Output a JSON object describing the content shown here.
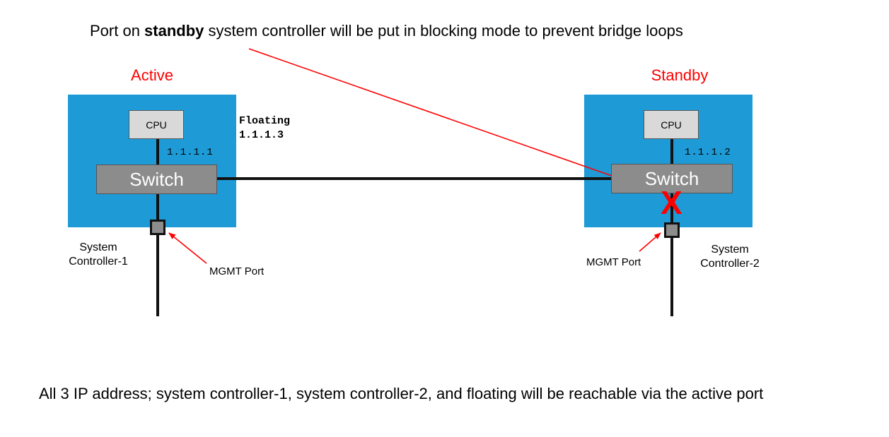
{
  "header": {
    "prefix": "Port on ",
    "bold": "standby",
    "suffix": " system controller will be put in blocking mode to prevent bridge loops"
  },
  "controllers": {
    "left": {
      "status": "Active",
      "cpu_label": "CPU",
      "switch_label": "Switch",
      "ip": "1.1.1.1",
      "name_line1": "System",
      "name_line2": "Controller-1",
      "port_label": "MGMT Port"
    },
    "right": {
      "status": "Standby",
      "cpu_label": "CPU",
      "switch_label": "Switch",
      "ip": "1.1.1.2",
      "name_line1": "System",
      "name_line2": "Controller-2",
      "port_label": "MGMT Port",
      "blocked_marker": "X"
    }
  },
  "floating": {
    "line1": "Floating",
    "line2": "1.1.1.3"
  },
  "footer": "All 3 IP address; system controller-1, system controller-2, and floating will be reachable via the active port",
  "colors": {
    "controller_fill": "#1e9bd7",
    "highlight_red": "#ff0000",
    "switch_fill": "#8c8c8c",
    "cpu_fill": "#d9d9d9"
  }
}
